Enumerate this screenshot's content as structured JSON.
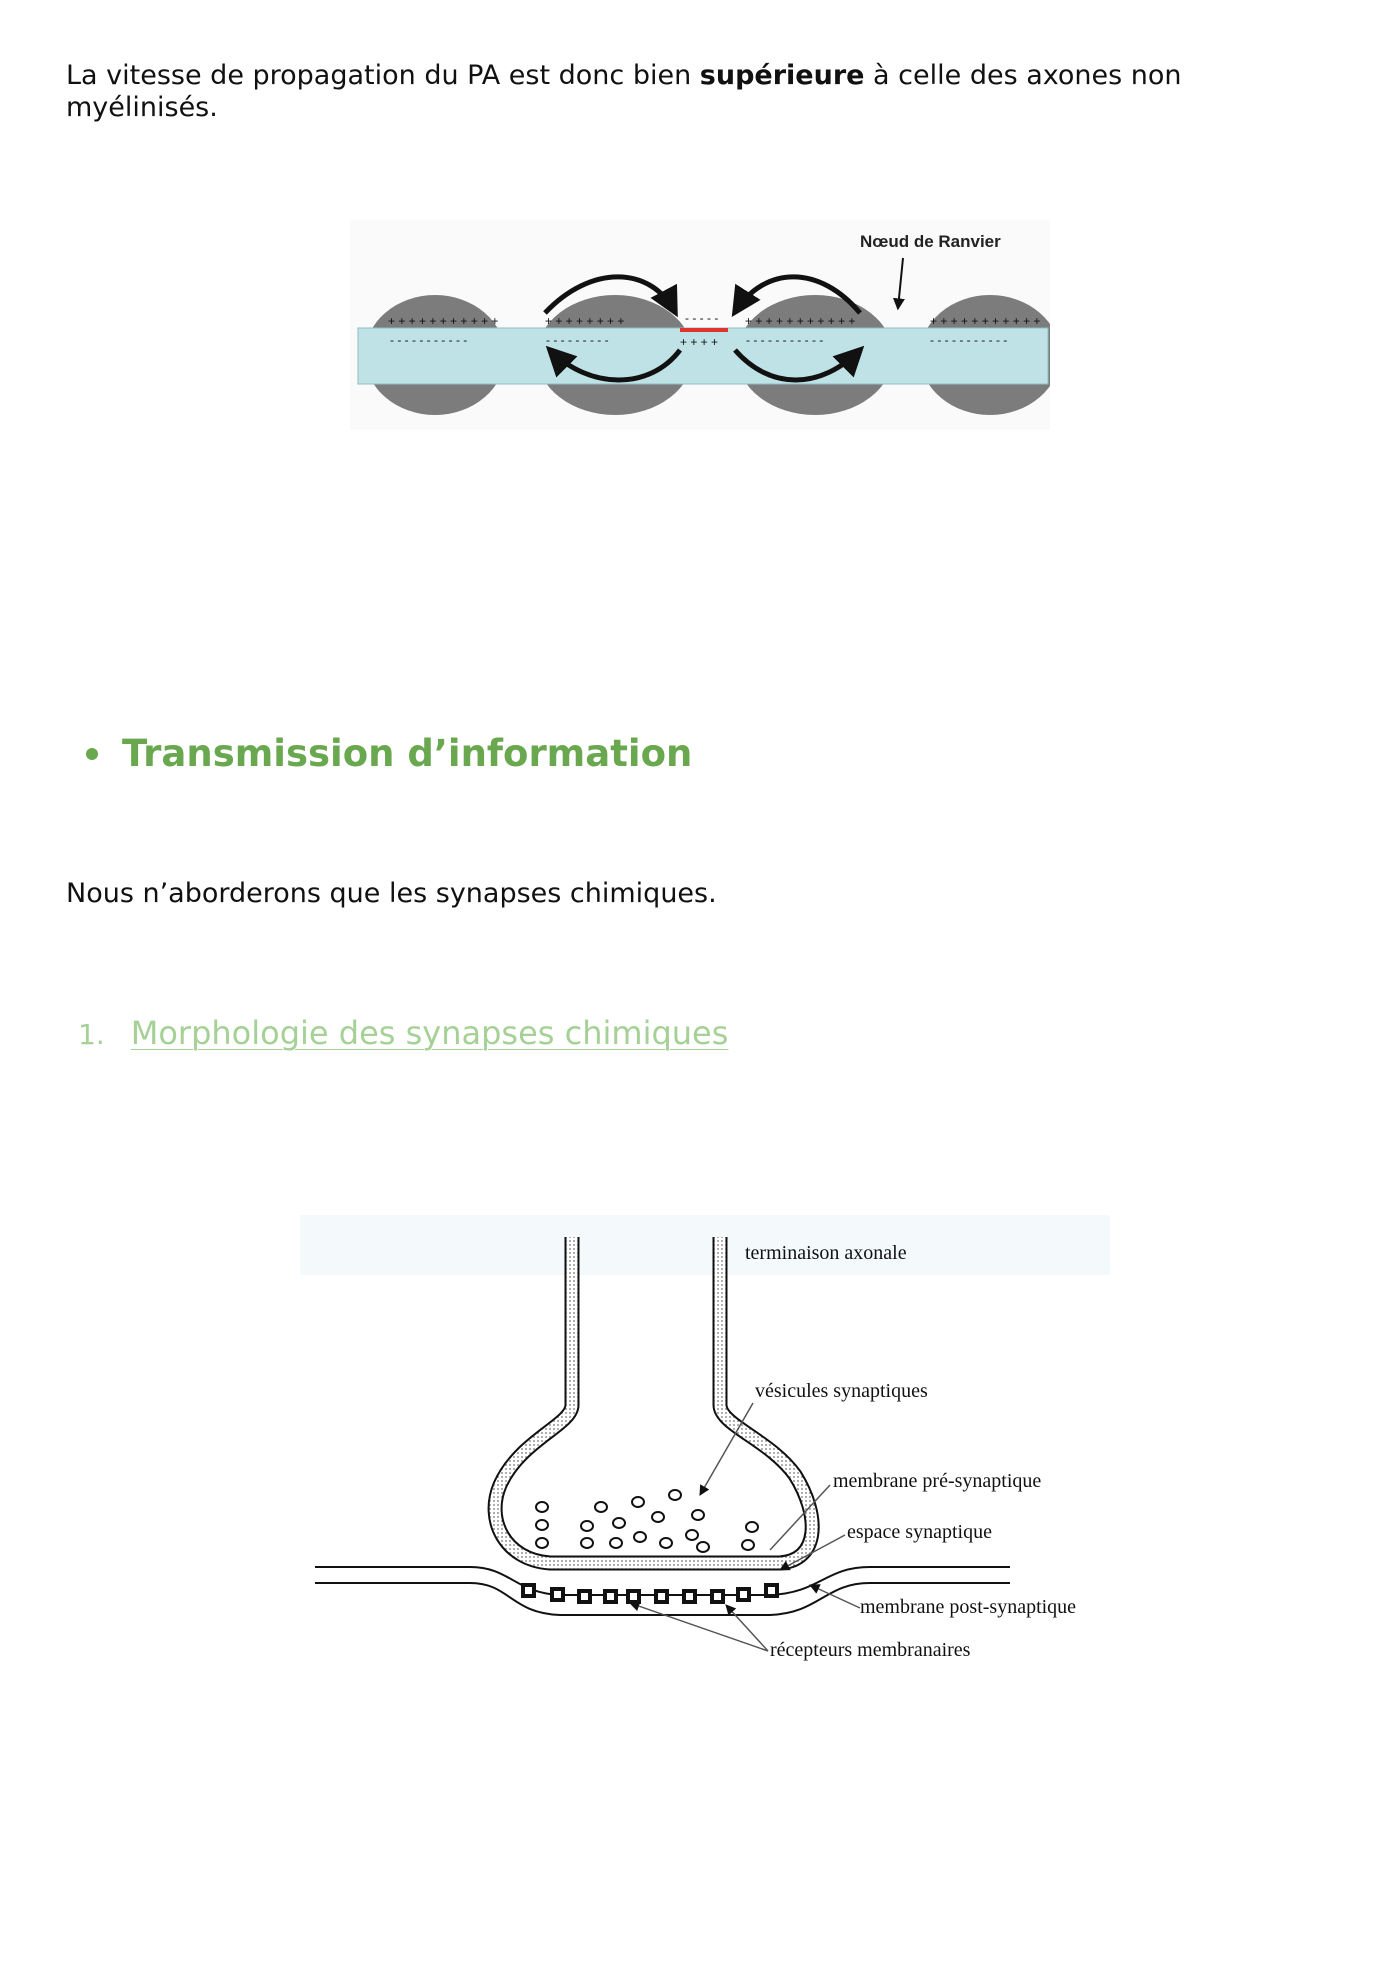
{
  "intro": {
    "before": "La vitesse de propagation du PA est donc bien ",
    "bold": "supérieure",
    "after": " à celle des axones non myélinisés."
  },
  "figure1": {
    "label": "Nœud de Ranvier",
    "colors": {
      "axon": "#bfe2e6",
      "myelin": "#7c7c7c",
      "depolarized": "#e0342e"
    }
  },
  "section": {
    "heading": "Transmission d’information",
    "color": "#6aa84f"
  },
  "note": "Nous n’aborderons que les synapses chimiques.",
  "subsection": {
    "number": "1.",
    "title": "Morphologie des synapses chimiques",
    "color": "#a6d196"
  },
  "figure2": {
    "labels": {
      "terminal": "terminaison axonale",
      "vesicles": "vésicules synaptiques",
      "pre_membrane": "membrane pré-synaptique",
      "cleft": "espace synaptique",
      "post_membrane": "membrane post-synaptique",
      "receptors": "récepteurs membranaires"
    }
  }
}
